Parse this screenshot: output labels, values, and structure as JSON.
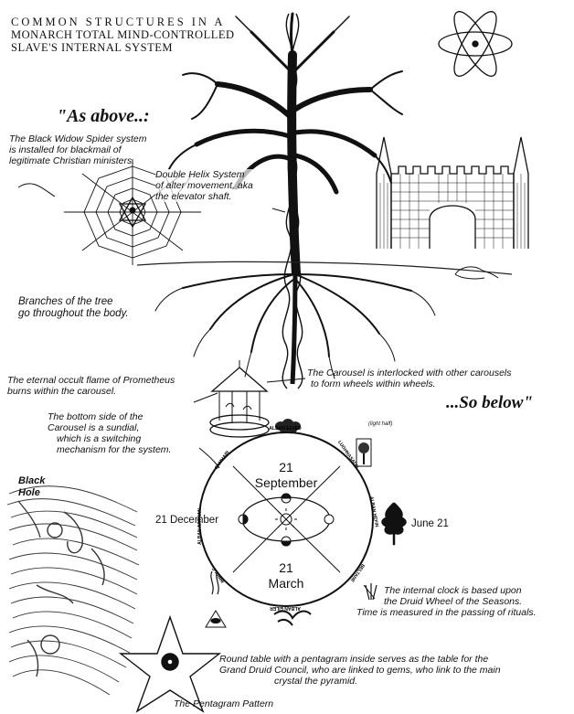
{
  "title": {
    "line1": "COMMON STRUCTURES IN A",
    "line2": "MONARCH TOTAL MIND-CONTROLLED",
    "line3": "SLAVE'S INTERNAL SYSTEM"
  },
  "headings": {
    "as_above": "\"As above..:",
    "so_below": "...So below\""
  },
  "captions": {
    "black_widow": [
      "The Black Widow Spider system",
      "is installed for blackmail of",
      "legitimate Christian ministers."
    ],
    "double_helix": [
      "Double Helix System",
      "of alter movement, aka",
      "the elevator shaft."
    ],
    "branches": [
      "Branches of the tree",
      "go throughout the body."
    ],
    "prometheus": [
      "The eternal occult flame of Prometheus",
      "burns within the carousel."
    ],
    "carousel": [
      "The Carousel is interlocked with other carousels",
      "to form wheels within wheels."
    ],
    "sundial": [
      "The bottom side of the",
      "Carousel is a sundial,",
      "which is a switching",
      "mechanism for the system."
    ],
    "black_hole": [
      "Black",
      "Hole"
    ],
    "internal_clock": [
      "The internal clock is based upon",
      "the Druid Wheel of the Seasons.",
      "Time is measured in the passing of rituals."
    ],
    "round_table": [
      "Round table with a pentagram inside serves as the table for the",
      "Grand Druid Council, who are linked to gems, who link to the main",
      "crystal the pyramid."
    ],
    "pentagram": "The Pentagram Pattern",
    "light_half": "(light half)"
  },
  "wheel": {
    "top": [
      "21",
      "September"
    ],
    "bottom": [
      "21",
      "March"
    ],
    "left": "21 December",
    "right": "June 21",
    "rim_top": "ALBAN ELVED",
    "rim_bottom": "ALBAN EILER",
    "rim_top_right": "LUGHNASADH",
    "rim_right": "ALBAN HEFIN",
    "rim_bottom_right": "BELTANE",
    "rim_top_left": "SAMHAIN",
    "rim_left": "ALBAN ARTHAN",
    "rim_bottom_left": "IMBOLC"
  },
  "icons": [
    "atom-icon",
    "castle-icon",
    "spider-web-icon",
    "carousel-icon",
    "sun-icon",
    "oak-leaf-icon",
    "tree-icon",
    "eye-pyramid-icon",
    "pentagram-icon"
  ]
}
